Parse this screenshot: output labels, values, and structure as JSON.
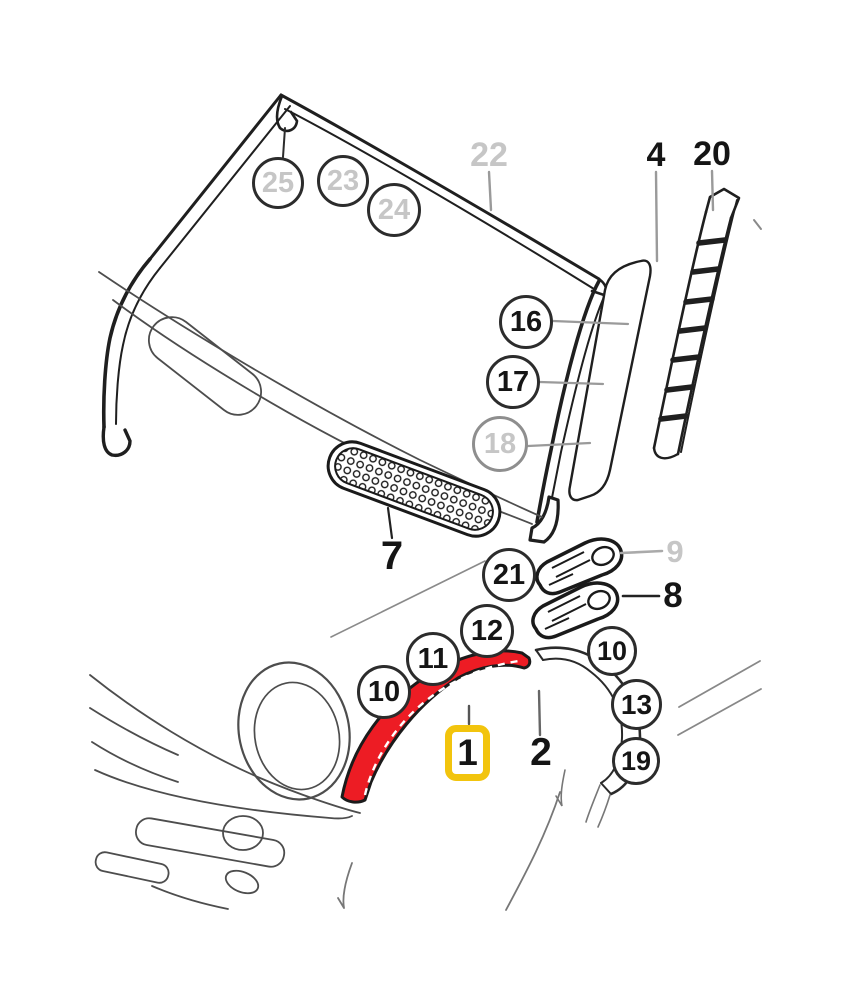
{
  "diagram": {
    "highlighted_part": "1",
    "colors": {
      "highlight_fill": "#ed1c24",
      "highlight_box_border": "#f2c40d",
      "gray_label": "#c6c6c6",
      "line": "#1a1a1a"
    }
  },
  "callouts": [
    {
      "id": "25",
      "label": "25",
      "shape": "circle",
      "tone": "gray"
    },
    {
      "id": "23",
      "label": "23",
      "shape": "circle",
      "tone": "gray"
    },
    {
      "id": "24",
      "label": "24",
      "shape": "circle",
      "tone": "gray"
    },
    {
      "id": "22",
      "label": "22",
      "shape": "plain",
      "tone": "gray"
    },
    {
      "id": "4",
      "label": "4",
      "shape": "plain",
      "tone": "black"
    },
    {
      "id": "20",
      "label": "20",
      "shape": "plain",
      "tone": "black"
    },
    {
      "id": "16",
      "label": "16",
      "shape": "circle",
      "tone": "black"
    },
    {
      "id": "17",
      "label": "17",
      "shape": "circle",
      "tone": "black"
    },
    {
      "id": "18",
      "label": "18",
      "shape": "circle",
      "tone": "gray"
    },
    {
      "id": "7",
      "label": "7",
      "shape": "plain",
      "tone": "black"
    },
    {
      "id": "9",
      "label": "9",
      "shape": "plain",
      "tone": "gray"
    },
    {
      "id": "8",
      "label": "8",
      "shape": "plain",
      "tone": "black"
    },
    {
      "id": "21",
      "label": "21",
      "shape": "circle",
      "tone": "black"
    },
    {
      "id": "12",
      "label": "12",
      "shape": "circle",
      "tone": "black"
    },
    {
      "id": "11",
      "label": "11",
      "shape": "circle",
      "tone": "black"
    },
    {
      "id": "10a",
      "label": "10",
      "shape": "circle",
      "tone": "black"
    },
    {
      "id": "10b",
      "label": "10",
      "shape": "circle",
      "tone": "black"
    },
    {
      "id": "13",
      "label": "13",
      "shape": "circle",
      "tone": "black"
    },
    {
      "id": "19",
      "label": "19",
      "shape": "circle",
      "tone": "black"
    },
    {
      "id": "1",
      "label": "1",
      "shape": "highlight-box",
      "tone": "black"
    },
    {
      "id": "2",
      "label": "2",
      "shape": "plain",
      "tone": "black"
    }
  ]
}
